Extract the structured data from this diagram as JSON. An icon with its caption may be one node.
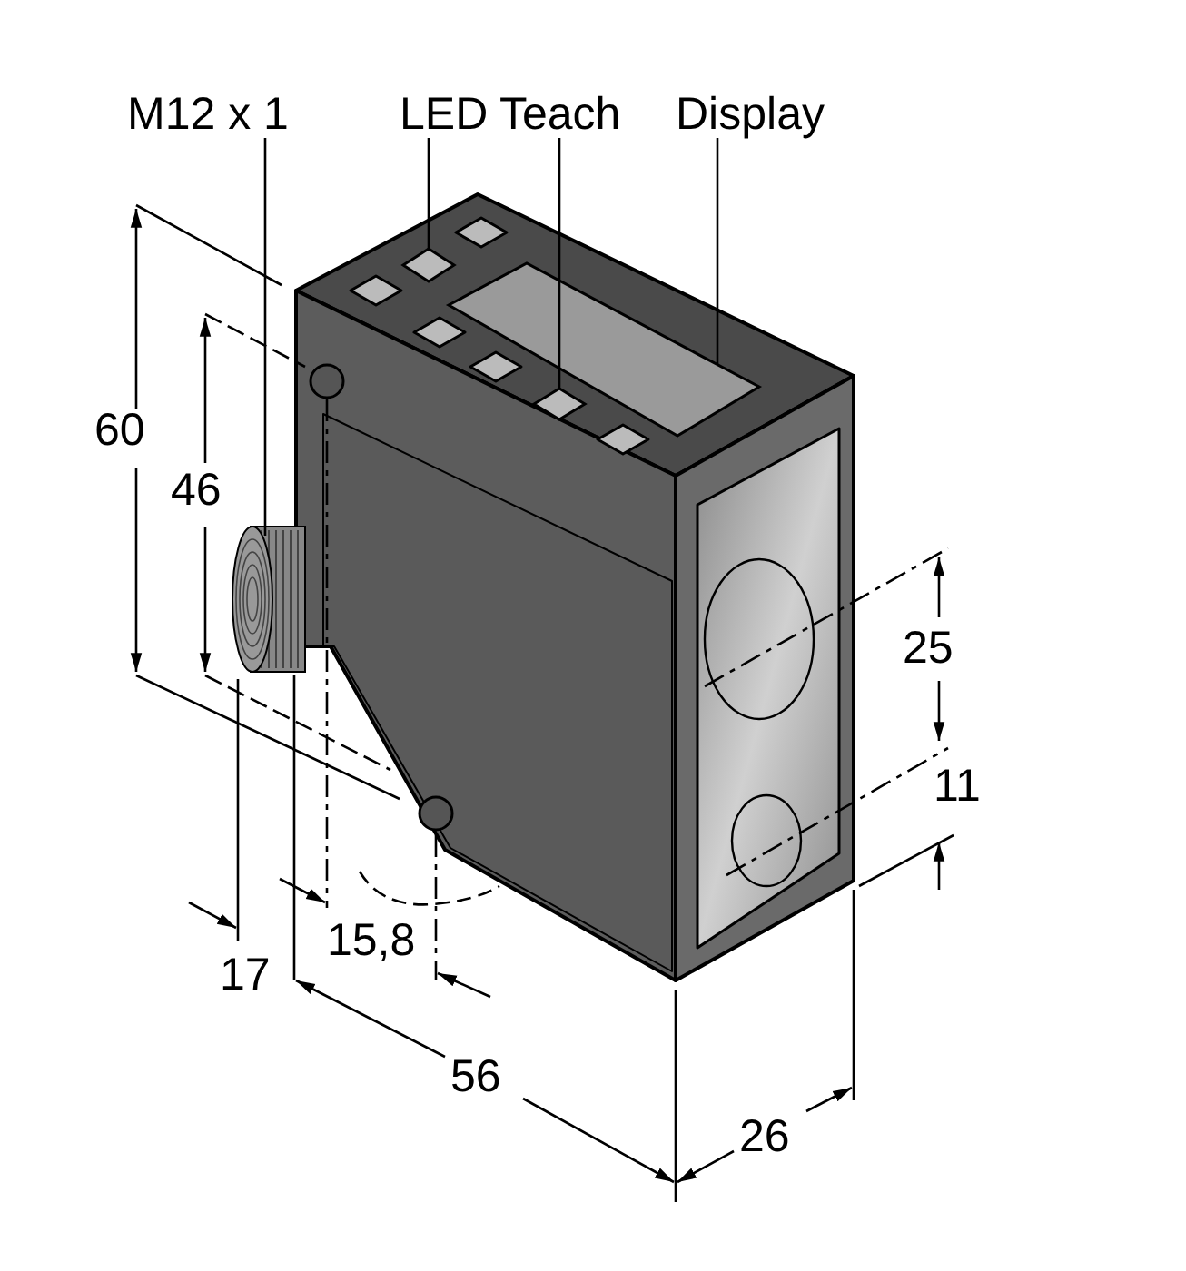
{
  "diagram": {
    "nodes": [
      {
        "text": [
          "M12 x 1"
        ]
      },
      {
        "text": [
          "LED"
        ]
      },
      {
        "text": [
          "Teach"
        ]
      },
      {
        "text": [
          "Display"
        ]
      },
      {
        "text": [],
        "shape": "cylinder"
      },
      {
        "text": [],
        "shape": "diamond"
      },
      {
        "text": [],
        "shape": "diamond"
      },
      {
        "text": [],
        "shape": "box"
      }
    ],
    "edges": [
      {
        "from": 0,
        "to": 4,
        "arrow": "none"
      },
      {
        "from": 1,
        "to": 5,
        "arrow": "none"
      },
      {
        "from": 2,
        "to": 6,
        "arrow": "none"
      },
      {
        "from": 3,
        "to": 7,
        "arrow": "none"
      }
    ],
    "labels": [
      "60",
      "46",
      "25",
      "11",
      "15,8",
      "17",
      "56",
      "26"
    ]
  }
}
